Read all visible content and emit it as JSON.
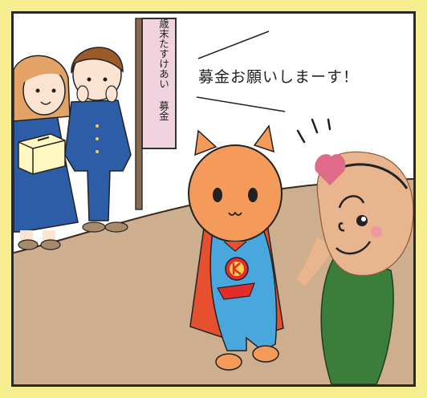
{
  "comic": {
    "banner_text": "歳末たすけあい 募金",
    "speech_text": "募金お願いしまーす！"
  },
  "colors": {
    "page_background": "#f7ef8f",
    "floor": "#cdae8f",
    "banner": "#f1d3df",
    "cat_body": "#f49a5a",
    "cat_suit": "#4aa7de",
    "cape": "#e6502e",
    "mascot_skin": "#e9b58f",
    "mascot_body": "#3b7d3a",
    "uniform": "#2d5da6"
  },
  "icons": [
    "collection-box",
    "emblem-k",
    "heart"
  ]
}
